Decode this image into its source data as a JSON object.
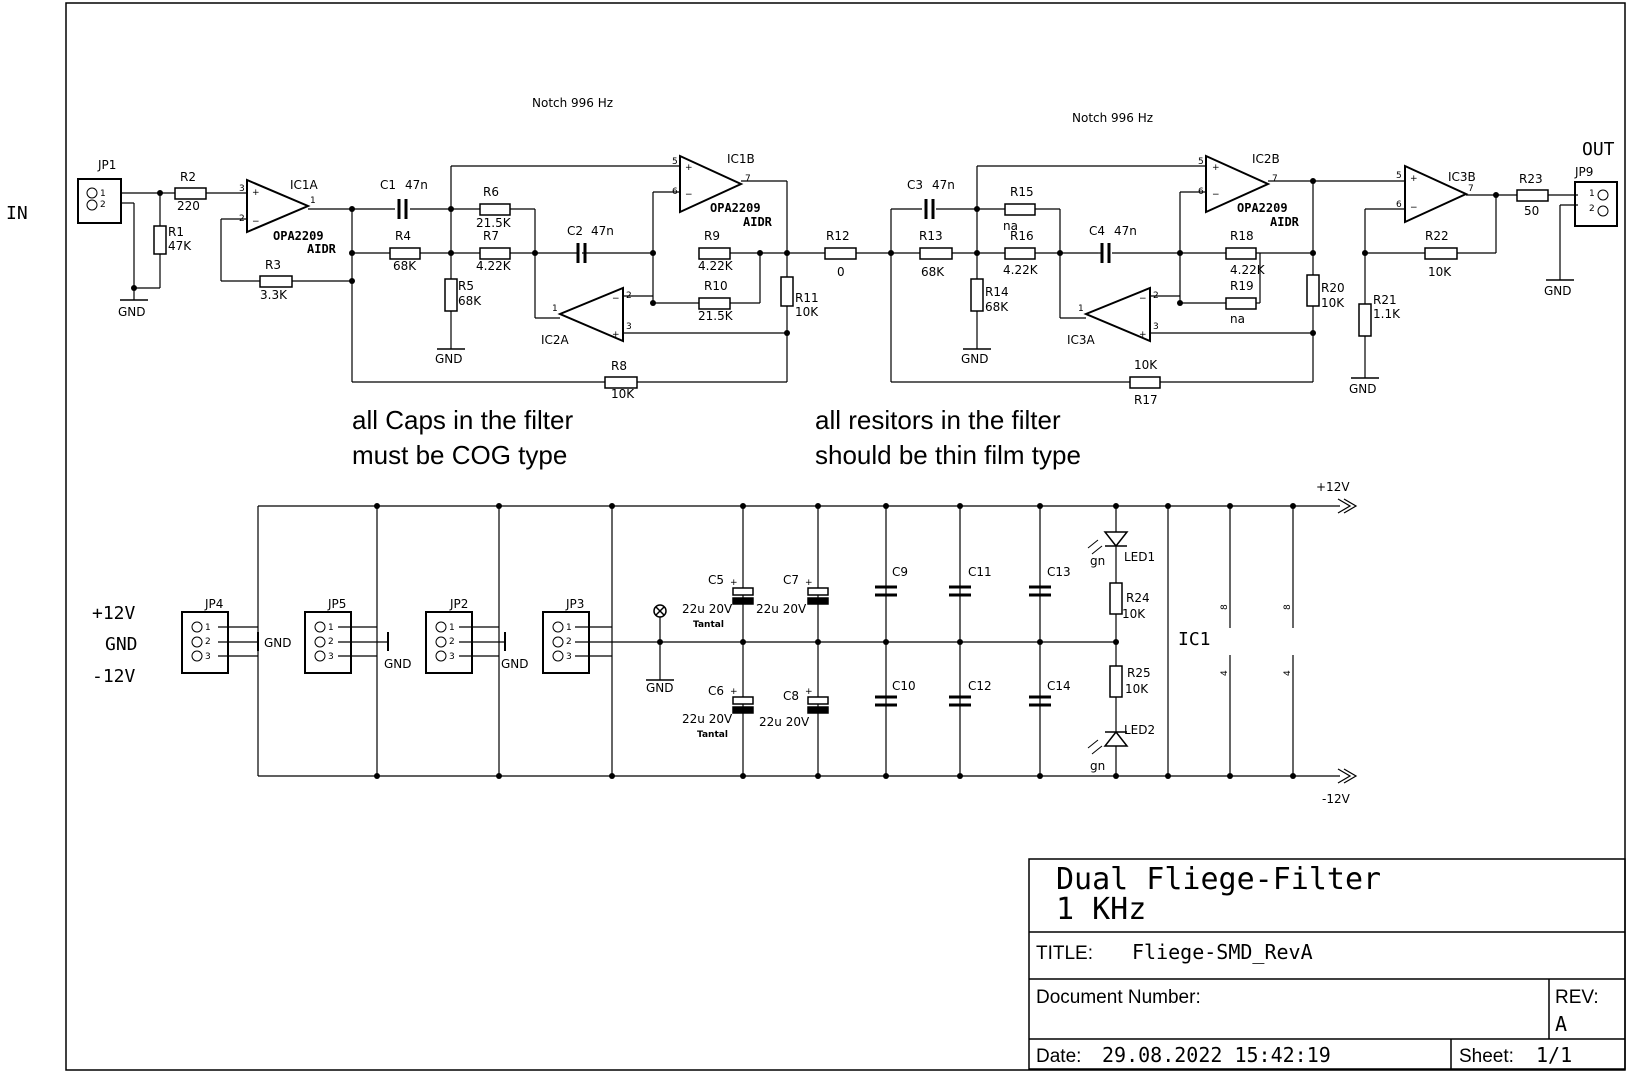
{
  "side_labels": {
    "in": "IN",
    "out": "OUT"
  },
  "notches": {
    "left": "Notch 996 Hz",
    "right": "Notch 996 Hz"
  },
  "notes": {
    "caps": [
      "all Caps in the filter",
      "must be COG type"
    ],
    "resistors": [
      "all resitors in the filter",
      "should be thin film type"
    ]
  },
  "supply_labels": {
    "plus": "+12V",
    "gnd": "GND",
    "minus": "-12V",
    "rail_plus": "+12V",
    "rail_minus": "-12V"
  },
  "opamp_part": {
    "name": "OPA2209",
    "suffix": "AIDR"
  },
  "title_block": {
    "title_line1": "Dual Fliege-Filter",
    "title_line2": "1 KHz",
    "title_label": "TITLE:",
    "title_value": "Fliege-SMD_RevA",
    "docnum_label": "Document Number:",
    "rev_label": "REV:",
    "rev_value": "A",
    "date_label": "Date:",
    "date_value": "29.08.2022 15:42:19",
    "sheet_label": "Sheet:",
    "sheet_value": "1/1"
  },
  "connectors": [
    "JP1",
    "JP9",
    "JP4",
    "JP5",
    "JP2",
    "JP3"
  ],
  "opamps": [
    "IC1A",
    "IC1B",
    "IC2A",
    "IC2B",
    "IC3A",
    "IC3B"
  ],
  "resistors": [
    {
      "ref": "R1",
      "value": "47K"
    },
    {
      "ref": "R2",
      "value": "220"
    },
    {
      "ref": "R3",
      "value": "3.3K"
    },
    {
      "ref": "R4",
      "value": "68K"
    },
    {
      "ref": "R5",
      "value": "68K"
    },
    {
      "ref": "R6",
      "value": "21.5K"
    },
    {
      "ref": "R7",
      "value": "4.22K"
    },
    {
      "ref": "R8",
      "value": "10K"
    },
    {
      "ref": "R9",
      "value": "4.22K"
    },
    {
      "ref": "R10",
      "value": "21.5K"
    },
    {
      "ref": "R11",
      "value": "10K"
    },
    {
      "ref": "R12",
      "value": "0"
    },
    {
      "ref": "R13",
      "value": "68K"
    },
    {
      "ref": "R14",
      "value": "68K"
    },
    {
      "ref": "R15",
      "value": "na"
    },
    {
      "ref": "R16",
      "value": "4.22K"
    },
    {
      "ref": "R17",
      "value": "10K"
    },
    {
      "ref": "R18",
      "value": "4.22K"
    },
    {
      "ref": "R19",
      "value": "na"
    },
    {
      "ref": "R20",
      "value": "10K"
    },
    {
      "ref": "R21",
      "value": "1.1K"
    },
    {
      "ref": "R22",
      "value": "10K"
    },
    {
      "ref": "R23",
      "value": "50"
    },
    {
      "ref": "R24",
      "value": "10K"
    },
    {
      "ref": "R25",
      "value": "10K"
    }
  ],
  "capacitors": [
    {
      "ref": "C1",
      "value": "47n"
    },
    {
      "ref": "C2",
      "value": "47n"
    },
    {
      "ref": "C3",
      "value": "47n"
    },
    {
      "ref": "C4",
      "value": "47n"
    },
    {
      "ref": "C5",
      "value": "22u 20V"
    },
    {
      "ref": "C6",
      "value": "22u 20V"
    },
    {
      "ref": "C7",
      "value": "22u 20V"
    },
    {
      "ref": "C8",
      "value": "22u 20V"
    },
    {
      "ref": "C9",
      "value": ""
    },
    {
      "ref": "C10",
      "value": ""
    },
    {
      "ref": "C11",
      "value": ""
    },
    {
      "ref": "C12",
      "value": ""
    },
    {
      "ref": "C13",
      "value": ""
    },
    {
      "ref": "C14",
      "value": ""
    }
  ],
  "tantal": "Tantal",
  "leds": [
    {
      "ref": "LED1",
      "color": "gn"
    },
    {
      "ref": "LED2",
      "color": "gn"
    }
  ],
  "ic1": {
    "ref": "IC1",
    "pin_top": "8",
    "pin_bot": "4"
  },
  "gnd": "GND"
}
